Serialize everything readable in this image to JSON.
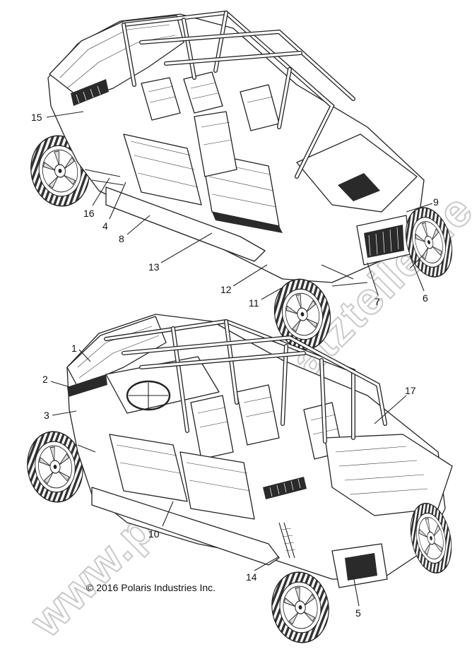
{
  "copyright": "© 2016 Polaris Industries Inc.",
  "watermark": "www.polaris-ersatzteile.de",
  "callouts": {
    "c1": "1",
    "c2": "2",
    "c3": "3",
    "c4": "4",
    "c5": "5",
    "c6": "6",
    "c7": "7",
    "c8": "8",
    "c9": "9",
    "c10": "10",
    "c11": "11",
    "c12": "12",
    "c13": "13",
    "c14": "14",
    "c15": "15",
    "c16": "16",
    "c17": "17"
  }
}
